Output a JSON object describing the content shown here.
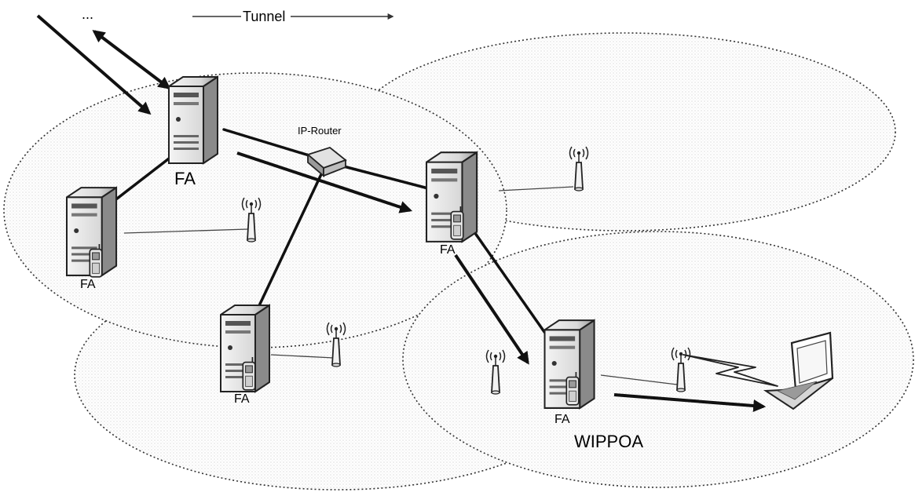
{
  "labels": {
    "dots": "...",
    "tunnel": "Tunnel",
    "ip_router": "IP-Router",
    "fa_top": "FA",
    "fa_left": "FA",
    "fa_bottom": "FA",
    "fa_center": "FA",
    "fa_right": "FA",
    "wippoa": "WIPPOA"
  },
  "colors": {
    "stroke": "#111111",
    "cell_fill_dots": "#c8c8c8",
    "server_body": "#e9e9e9",
    "server_shade": "#8a8a8a"
  },
  "icons": [
    "server-icon",
    "router-icon",
    "antenna-icon",
    "laptop-icon",
    "mobile-phone-icon",
    "wireless-link-icon"
  ]
}
